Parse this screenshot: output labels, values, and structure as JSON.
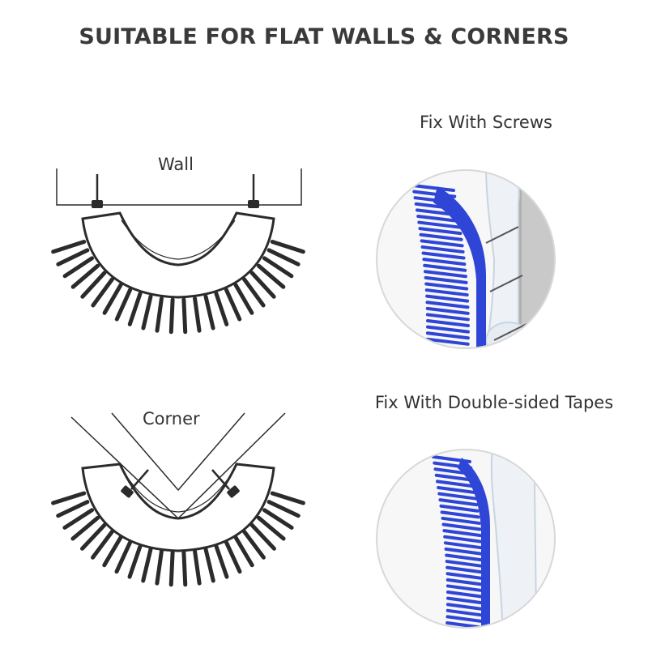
{
  "title": "SUITABLE FOR FLAT WALLS & CORNERS",
  "diagrams": {
    "wall_label": "Wall",
    "corner_label": "Corner"
  },
  "photos": {
    "screws_label": "Fix With Screws",
    "tapes_label": "Fix With Double-sided Tapes"
  },
  "colors": {
    "line": "#2b2b2b",
    "brush_blue": "#2f45d6",
    "holder": "#eef2f6",
    "wall_gray": "#c9c9c9",
    "tape_blue": "#3aa0c8"
  }
}
